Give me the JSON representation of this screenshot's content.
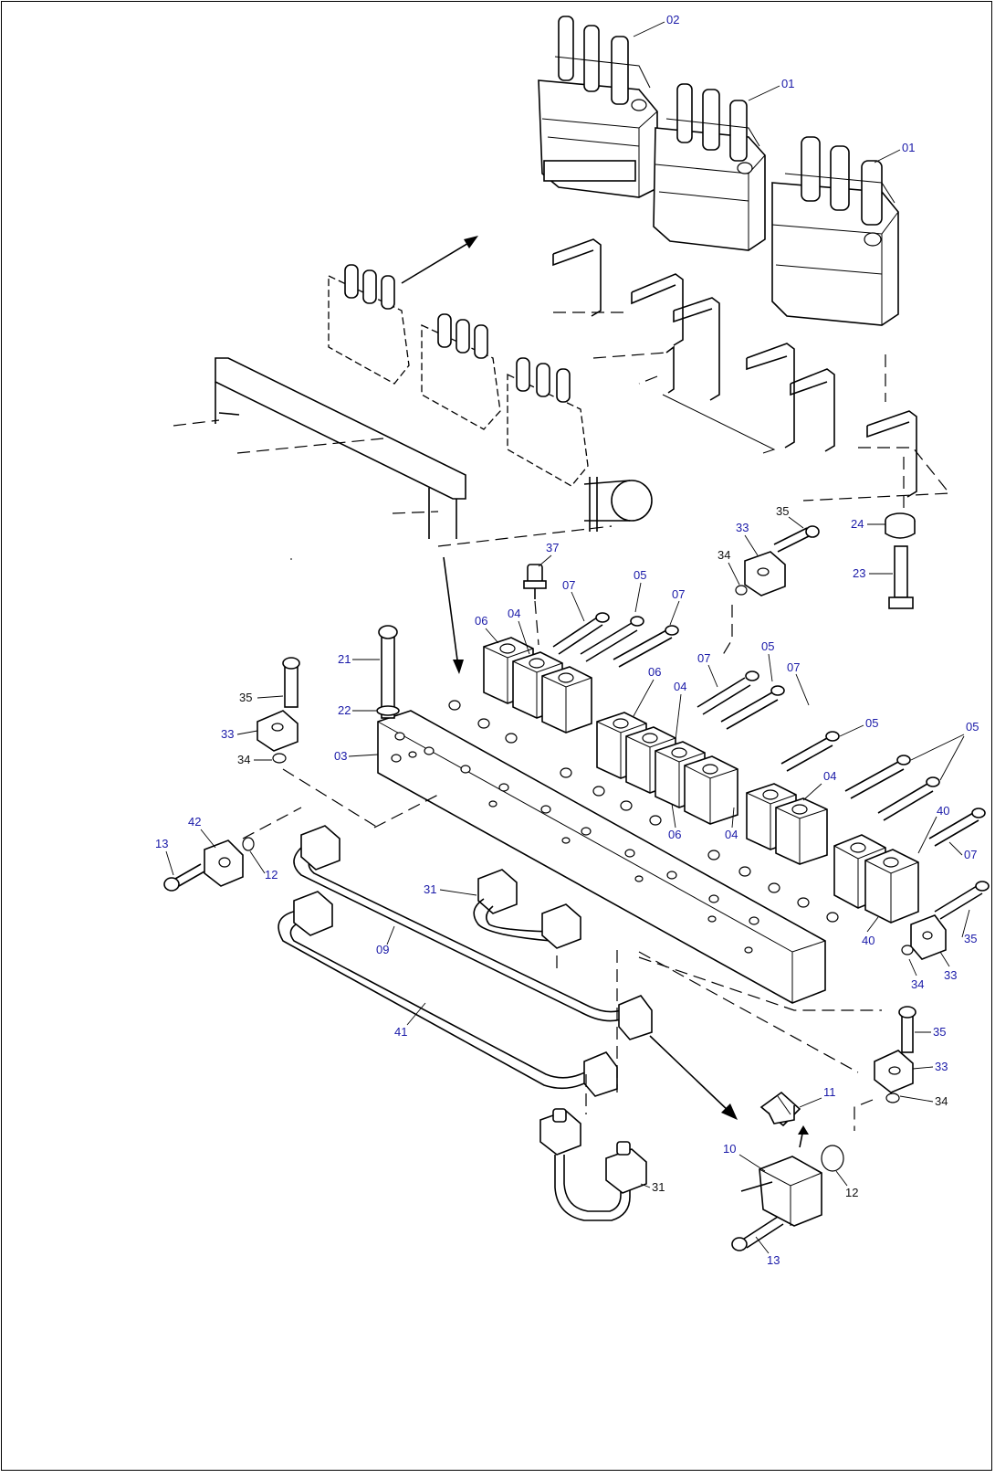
{
  "diagram": {
    "callouts": [
      {
        "id": "c02",
        "text": "02",
        "color": "blue"
      },
      {
        "id": "c01a",
        "text": "01",
        "color": "blue"
      },
      {
        "id": "c01b",
        "text": "01",
        "color": "blue"
      },
      {
        "id": "c35a",
        "text": "35",
        "color": "black"
      },
      {
        "id": "c33a",
        "text": "33",
        "color": "blue"
      },
      {
        "id": "c24",
        "text": "24",
        "color": "blue"
      },
      {
        "id": "c34a",
        "text": "34",
        "color": "black"
      },
      {
        "id": "c23",
        "text": "23",
        "color": "blue"
      },
      {
        "id": "c37",
        "text": "37",
        "color": "blue"
      },
      {
        "id": "c07a",
        "text": "07",
        "color": "blue"
      },
      {
        "id": "c05a",
        "text": "05",
        "color": "blue"
      },
      {
        "id": "c07b",
        "text": "07",
        "color": "blue"
      },
      {
        "id": "c06a",
        "text": "06",
        "color": "blue"
      },
      {
        "id": "c04a",
        "text": "04",
        "color": "blue"
      },
      {
        "id": "c21",
        "text": "21",
        "color": "blue"
      },
      {
        "id": "c07c",
        "text": "07",
        "color": "blue"
      },
      {
        "id": "c05b",
        "text": "05",
        "color": "blue"
      },
      {
        "id": "c06b",
        "text": "06",
        "color": "blue"
      },
      {
        "id": "c04b",
        "text": "04",
        "color": "blue"
      },
      {
        "id": "c07d",
        "text": "07",
        "color": "blue"
      },
      {
        "id": "c35b",
        "text": "35",
        "color": "black"
      },
      {
        "id": "c22",
        "text": "22",
        "color": "blue"
      },
      {
        "id": "c05c",
        "text": "05",
        "color": "blue"
      },
      {
        "id": "c05d",
        "text": "05",
        "color": "blue"
      },
      {
        "id": "c33b",
        "text": "33",
        "color": "blue"
      },
      {
        "id": "c03",
        "text": "03",
        "color": "blue"
      },
      {
        "id": "c34b",
        "text": "34",
        "color": "black"
      },
      {
        "id": "c04c",
        "text": "04",
        "color": "blue"
      },
      {
        "id": "c06c",
        "text": "06",
        "color": "blue"
      },
      {
        "id": "c04d",
        "text": "04",
        "color": "blue"
      },
      {
        "id": "c40a",
        "text": "40",
        "color": "blue"
      },
      {
        "id": "c07e",
        "text": "07",
        "color": "blue"
      },
      {
        "id": "c42",
        "text": "42",
        "color": "blue"
      },
      {
        "id": "c13a",
        "text": "13",
        "color": "blue"
      },
      {
        "id": "c12a",
        "text": "12",
        "color": "blue"
      },
      {
        "id": "c31a",
        "text": "31",
        "color": "blue"
      },
      {
        "id": "c09",
        "text": "09",
        "color": "blue"
      },
      {
        "id": "c35c",
        "text": "35",
        "color": "blue"
      },
      {
        "id": "c40b",
        "text": "40",
        "color": "blue"
      },
      {
        "id": "c34c",
        "text": "34",
        "color": "blue"
      },
      {
        "id": "c33c",
        "text": "33",
        "color": "blue"
      },
      {
        "id": "c41",
        "text": "41",
        "color": "blue"
      },
      {
        "id": "c35d",
        "text": "35",
        "color": "blue"
      },
      {
        "id": "c33d",
        "text": "33",
        "color": "blue"
      },
      {
        "id": "c34d",
        "text": "34",
        "color": "black"
      },
      {
        "id": "c11",
        "text": "11",
        "color": "blue"
      },
      {
        "id": "c10",
        "text": "10",
        "color": "blue"
      },
      {
        "id": "c12b",
        "text": "12",
        "color": "black"
      },
      {
        "id": "c31b",
        "text": "31",
        "color": "black"
      },
      {
        "id": "c13b",
        "text": "13",
        "color": "blue"
      }
    ],
    "colors": {
      "callout_blue": "#1a1aa8",
      "callout_black": "#111111",
      "line": "#000000",
      "paper": "#ffffff"
    }
  }
}
